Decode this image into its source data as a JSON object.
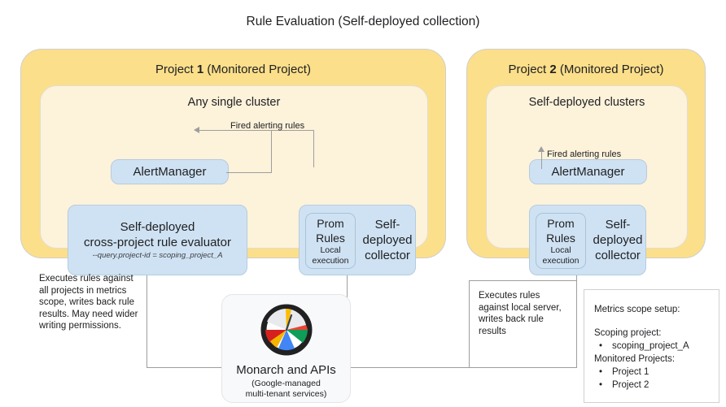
{
  "title": "Rule Evaluation (Self-deployed collection)",
  "projects": [
    {
      "name_prefix": "Project ",
      "number": "1",
      "name_suffix": " (Monitored Project)",
      "cluster_label": "Any single cluster",
      "alertmanager": "AlertManager",
      "edge_label": "Fired alerting rules",
      "evaluator": {
        "line1": "Self-deployed",
        "line2": "cross-project rule evaluator",
        "flag": "--query.project-id = scoping_project_A"
      },
      "collector": {
        "title_line1": "Self-",
        "title_line2": "deployed",
        "title_line3": "collector",
        "rules_line1": "Prom",
        "rules_line2": "Rules",
        "rules_sub1": "Local",
        "rules_sub2": "execution"
      }
    },
    {
      "name_prefix": "Project ",
      "number": "2",
      "name_suffix": " (Monitored Project)",
      "cluster_label": "Self-deployed clusters",
      "alertmanager": "AlertManager",
      "edge_label": "Fired alerting rules",
      "collector": {
        "title_line1": "Self-",
        "title_line2": "deployed",
        "title_line3": "collector",
        "rules_line1": "Prom",
        "rules_line2": "Rules",
        "rules_sub1": "Local",
        "rules_sub2": "execution"
      }
    }
  ],
  "annotations": {
    "left": "Executes rules against all projects in metrics scope, writes back rule results. May need wider writing permissions.",
    "right": "Executes rules against local server, writes back rule results"
  },
  "monarch": {
    "icon": "monarch-gauge-icon",
    "title": "Monarch and APIs",
    "subtitle_line1": "(Google-managed",
    "subtitle_line2": "multi-tenant services)"
  },
  "scope": {
    "heading": "Metrics scope setup:",
    "scoping_label": "Scoping project:",
    "scoping_items": [
      "scoping_project_A"
    ],
    "monitored_label": "Monitored Projects:",
    "monitored_items": [
      "Project 1",
      "Project 2"
    ]
  },
  "colors": {
    "project_shell": "#fcdf8a",
    "cluster_panel": "#fdf2da",
    "component_blue": "#cfe2f3",
    "connector": "#9e9e9e"
  }
}
